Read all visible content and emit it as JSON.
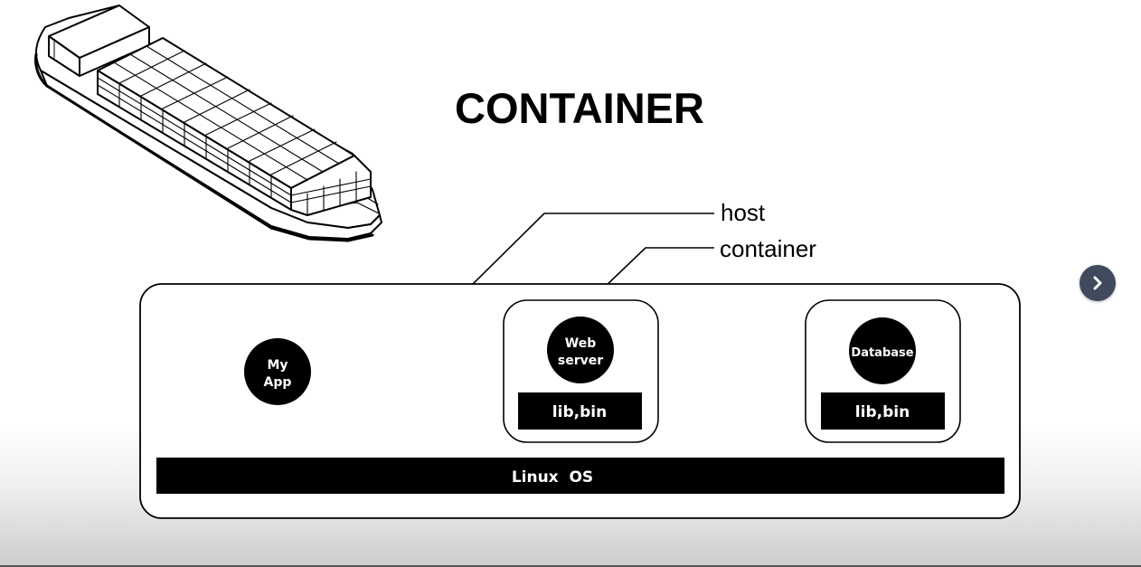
{
  "title": "CONTAINER",
  "callouts": {
    "host": "host",
    "container": "container"
  },
  "host_apps": [
    {
      "lines": [
        "My",
        "App"
      ]
    }
  ],
  "containers": [
    {
      "circle_lines": [
        "Web",
        "server"
      ],
      "libs": "lib,bin"
    },
    {
      "circle_lines": [
        "Database"
      ],
      "libs": "lib,bin"
    }
  ],
  "os_bar": "Linux  OS",
  "icons": {
    "ship": "cargo-ship-icon",
    "next": "chevron-right-icon"
  },
  "colors": {
    "ink": "#000000",
    "nav_button": "#3f4a5e"
  }
}
